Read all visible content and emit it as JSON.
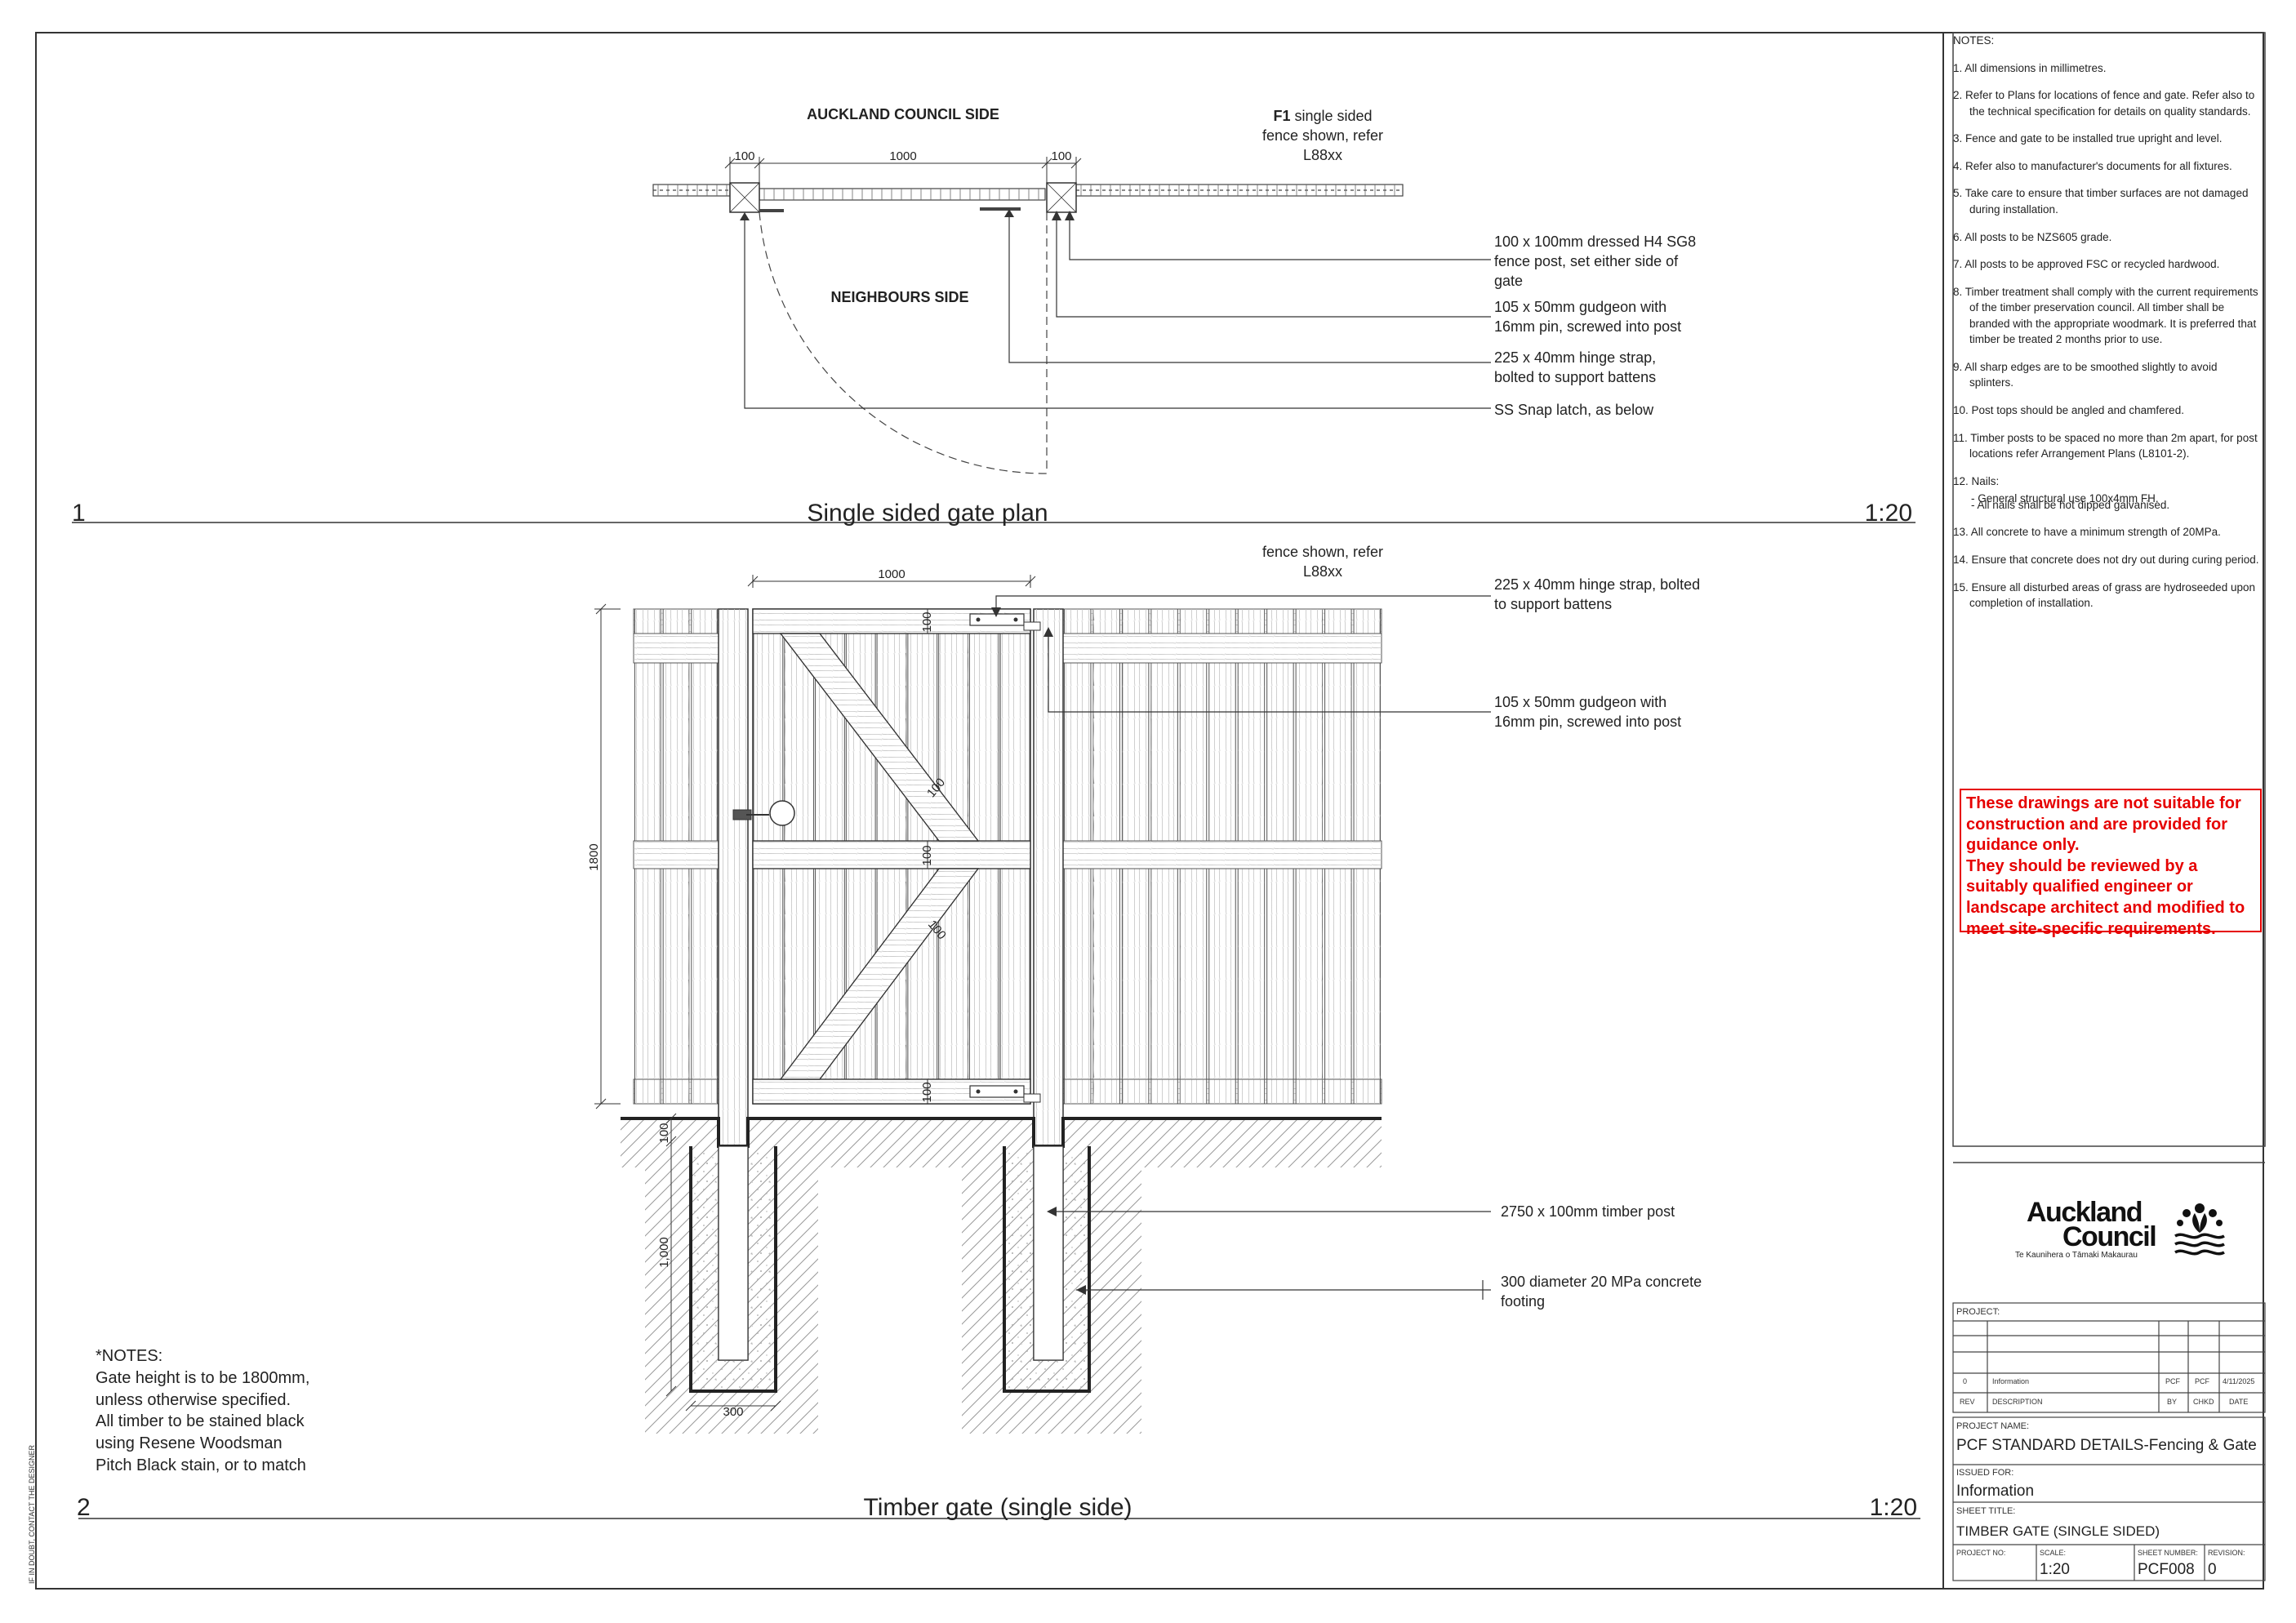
{
  "plan": {
    "number": "1",
    "title": "Single sided gate plan",
    "scale": "1:20",
    "council_side": "AUCKLAND COUNCIL SIDE",
    "neighbours_side": "NEIGHBOURS SIDE",
    "fence_ref_bold": "F1",
    "fence_ref_line1": " single sided",
    "fence_ref_line2": "fence shown, refer",
    "fence_ref_line3": "L88xx",
    "dim_post_left": "100",
    "dim_gate": "1000",
    "dim_post_right": "100",
    "callouts": [
      [
        "100 x 100mm dressed H4 SG8",
        "fence post, set either side of",
        "gate"
      ],
      [
        "105 x 50mm gudgeon with",
        "16mm pin, screwed into post"
      ],
      [
        "225 x 40mm hinge strap,",
        "bolted to support battens"
      ],
      [
        "SS Snap latch, as below"
      ]
    ]
  },
  "elevation": {
    "number": "2",
    "title": "Timber gate (single side)",
    "scale": "1:20",
    "fence_ref_line1": "fence shown, refer",
    "fence_ref_line2": "L88xx",
    "dim_width": "1000",
    "dim_height": "1800",
    "dim_rail": "100",
    "dim_embed": "100",
    "dim_depth": "1,000",
    "dim_footing": "300",
    "callouts": [
      [
        "225 x 40mm hinge strap, bolted",
        "to support battens"
      ],
      [
        "105 x 50mm gudgeon with",
        "16mm pin, screwed into post"
      ],
      [
        "2750 x 100mm timber post"
      ],
      [
        "300 diameter 20 MPa concrete",
        "footing"
      ]
    ],
    "notes": [
      "*NOTES:",
      "Gate height is to be 1800mm,",
      "unless otherwise specified.",
      "All timber to be stained black",
      "using Resene Woodsman",
      "Pitch Black stain, or to match"
    ]
  },
  "notes": {
    "heading": "NOTES:",
    "items": [
      "1.  All dimensions in millimetres.",
      "2.  Refer to Plans for locations of fence and gate. Refer also to the technical specification for details on quality standards.",
      "3.  Fence and gate to be installed true upright and level.",
      "4.  Refer also to manufacturer's documents for all fixtures.",
      "5.  Take care to ensure that timber surfaces are not damaged during installation.",
      "6.  All posts to be NZS605 grade.",
      "7.  All posts to be approved FSC or recycled hardwood.",
      "8.  Timber treatment shall comply with the current requirements of the timber preservation council. All timber shall be branded with the appropriate woodmark. It is preferred that timber be treated 2 months prior to use.",
      "9.  All sharp edges are to be smoothed slightly to avoid splinters.",
      "10. Post tops should be angled and chamfered.",
      "11. Timber posts to be spaced no more than 2m apart, for post locations refer Arrangement Plans (L8101-2).",
      "12. Nails:"
    ],
    "sub_items": [
      "- General structural use 100x4mm FH.",
      "- All nails shall be hot dipped galvanised."
    ],
    "items_after": [
      "13. All concrete to have a minimum strength of 20MPa.",
      "14. Ensure that concrete does not dry out during curing period.",
      "15. Ensure all disturbed areas of grass are hydroseeded upon completion of installation."
    ]
  },
  "warning": {
    "lines": [
      "These drawings are not suitable for construction and are provided for guidance only.",
      "They should be reviewed by a suitably qualified engineer or landscape architect and modified to meet site-specific requirements."
    ],
    "color": "#e60000"
  },
  "logo": {
    "line1": "Auckland",
    "line2": "Council",
    "tagline": "Te Kaunihera o Tāmaki Makaurau"
  },
  "title_block": {
    "project_label": "PROJECT:",
    "rev_row": {
      "rev": "0",
      "description": "Information",
      "by": "PCF",
      "chkd": "PCF",
      "date": "4/11/2025"
    },
    "headers": {
      "rev": "REV",
      "description": "DESCRIPTION",
      "by": "BY",
      "chkd": "CHKD",
      "date": "DATE"
    },
    "project_name_label": "PROJECT NAME:",
    "project_name": "PCF STANDARD DETAILS-Fencing & Gate",
    "issued_for_label": "ISSUED FOR:",
    "issued_for": "Information",
    "sheet_title_label": "SHEET TITLE:",
    "sheet_title": "TIMBER GATE (SINGLE SIDED)",
    "project_no_label": "PROJECT NO:",
    "scale_label": "SCALE:",
    "scale": "1:20",
    "sheet_number_label": "SHEET NUMBER:",
    "sheet_number": "PCF008",
    "revision_label": "REVISION:",
    "revision": "0"
  },
  "margin_text": "IF IN DOUBT, CONTACT THE DESIGNER"
}
